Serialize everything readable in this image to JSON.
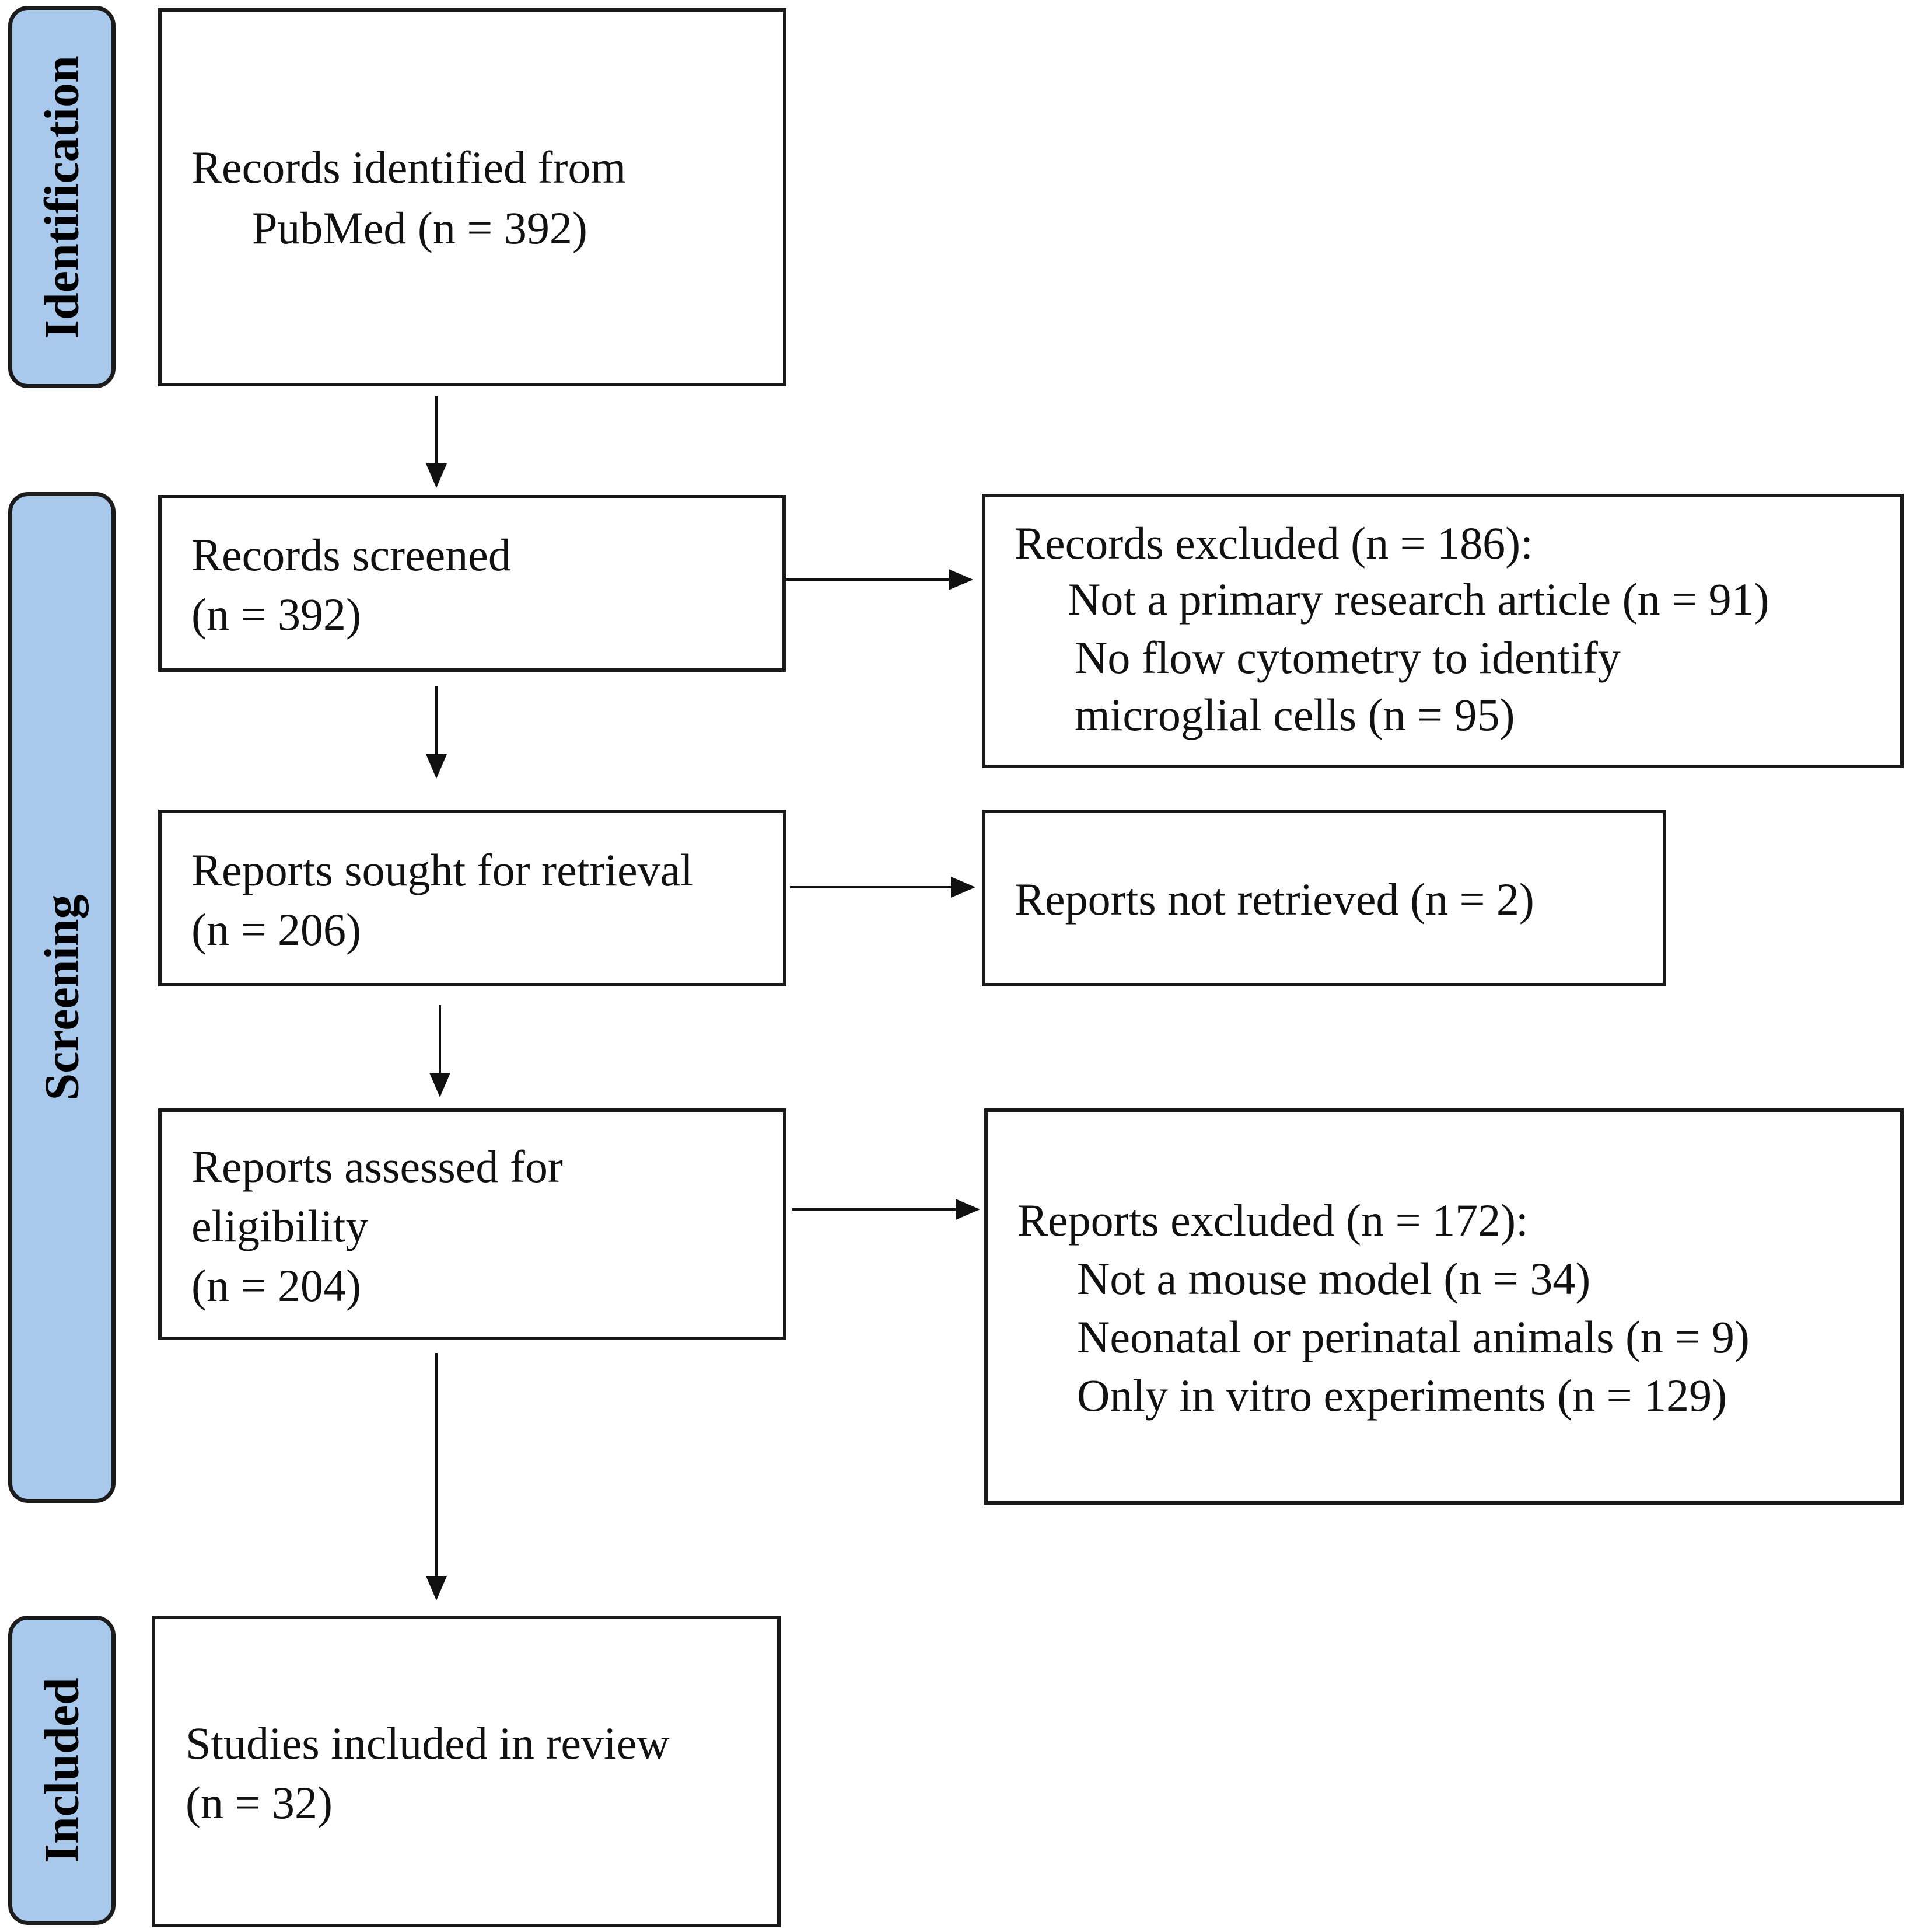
{
  "colors": {
    "stage_fill": "#a9c9ec",
    "stroke": "#1a1a1a",
    "text": "#111111",
    "background": "#ffffff"
  },
  "stages": {
    "identification": "Identification",
    "screening": "Screening",
    "included": "Included"
  },
  "boxes": {
    "identified": {
      "line1": "Records identified from",
      "line2": "PubMed (n = 392)"
    },
    "screened": {
      "line1": "Records screened",
      "line2": "(n = 392)"
    },
    "records_excluded": {
      "title": "Records excluded (n = 186):",
      "item1": "Not a primary research article (n = 91)",
      "item2_line1": "No flow cytometry to identify",
      "item2_line2": "microglial cells (n = 95)"
    },
    "sought": {
      "line1": "Reports sought for retrieval",
      "line2": "(n = 206)"
    },
    "not_retrieved": {
      "line1": "Reports not retrieved (n = 2)"
    },
    "assessed": {
      "line1": "Reports assessed for",
      "line2": "eligibility",
      "line3": "(n = 204)"
    },
    "reports_excluded": {
      "title": "Reports excluded (n = 172):",
      "item1": "Not a mouse model (n = 34)",
      "item2": "Neonatal or perinatal animals (n = 9)",
      "item3": "Only in vitro experiments (n = 129)"
    },
    "included": {
      "line1": "Studies included in review",
      "line2": "(n = 32)"
    }
  }
}
